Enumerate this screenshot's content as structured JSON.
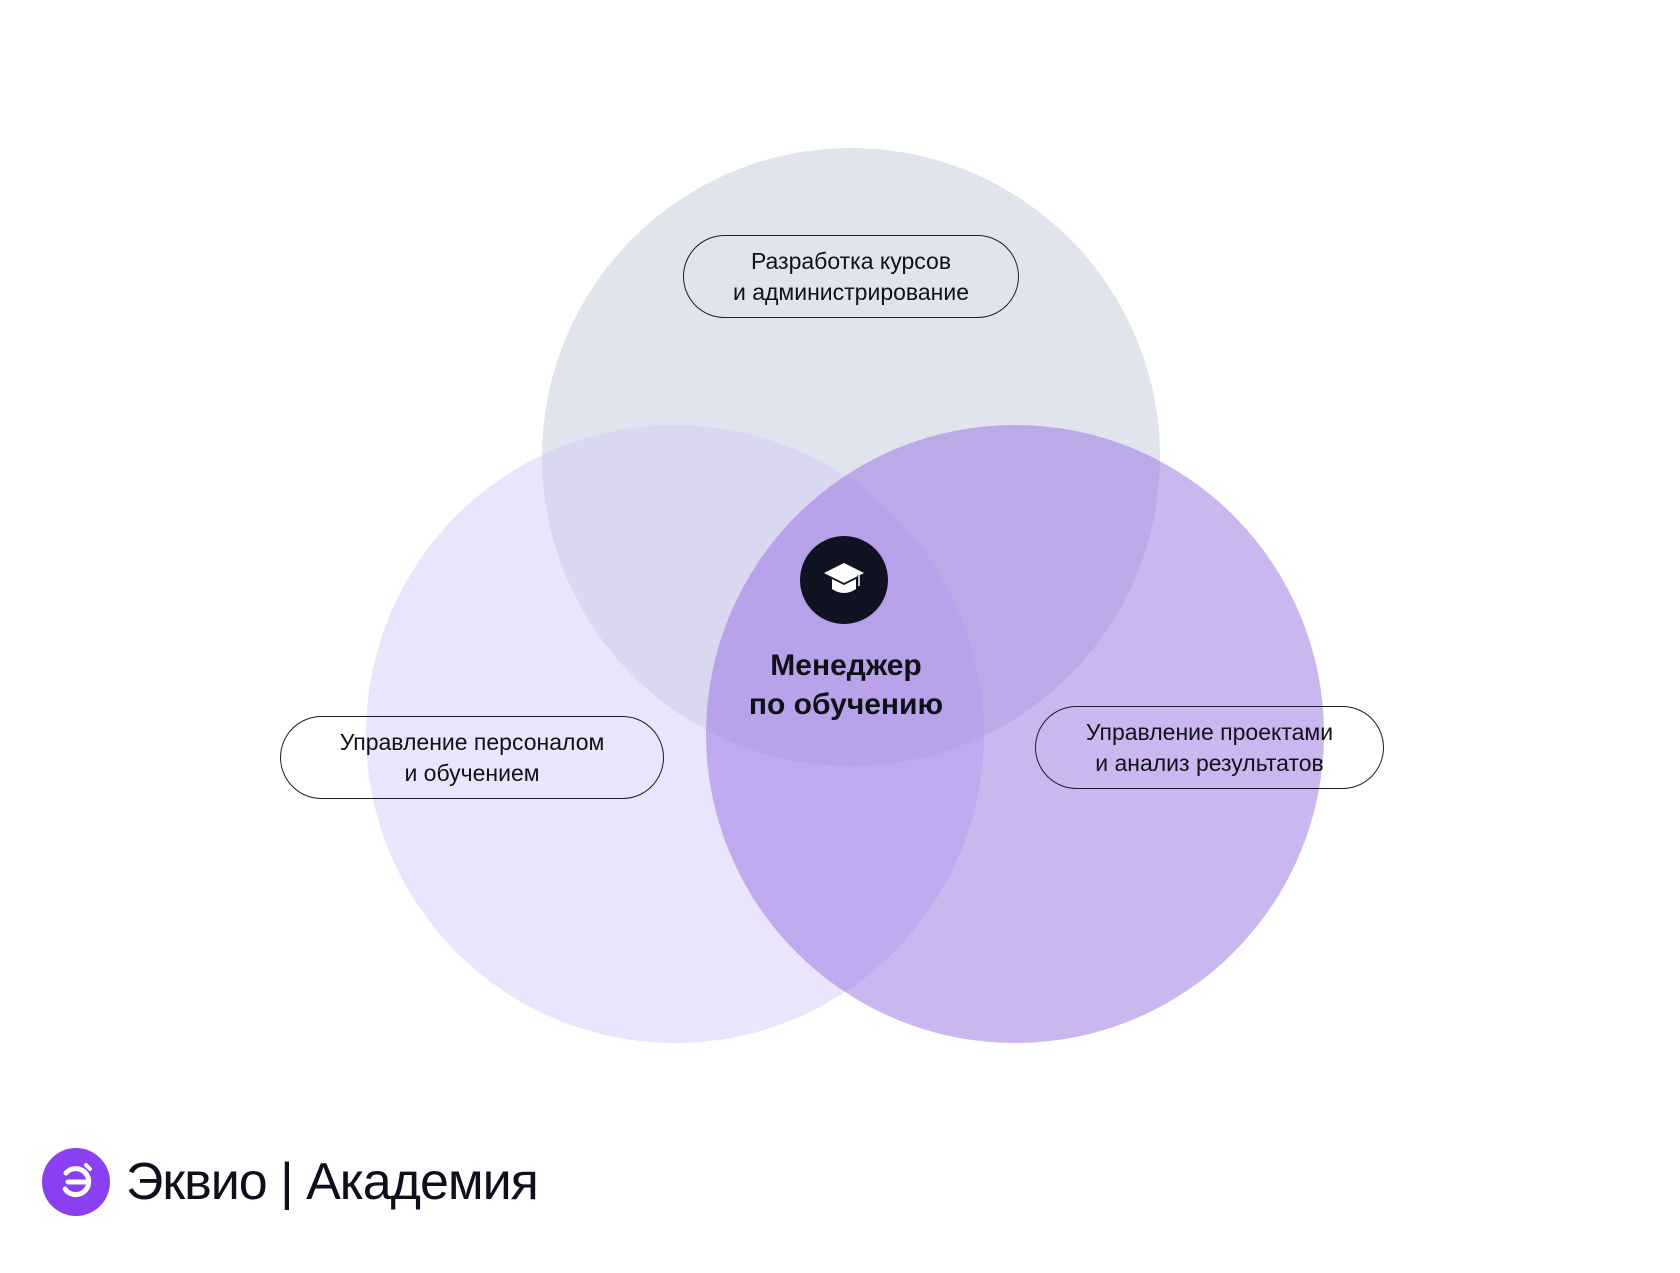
{
  "diagram": {
    "circles": [
      {
        "id": "top",
        "label_lines": [
          "Разработка курсов",
          "и администрирование"
        ]
      },
      {
        "id": "left",
        "label_lines": [
          "Управление персоналом",
          "и обучением"
        ]
      },
      {
        "id": "right",
        "label_lines": [
          "Управление проектами",
          "и анализ результатов"
        ]
      }
    ],
    "center": {
      "icon": "graduation-cap-icon",
      "title_lines": [
        "Менеджер",
        "по обучению"
      ]
    }
  },
  "brand": {
    "logo_icon": "ekvio-logo-icon",
    "name": "Эквио | Академия",
    "accent_color": "#8a3ff0"
  },
  "colors": {
    "circle_top": "#cdd4e0",
    "circle_left": "#d4c9f8",
    "circle_right": "#976ee2",
    "icon_bg": "#0f1220"
  }
}
